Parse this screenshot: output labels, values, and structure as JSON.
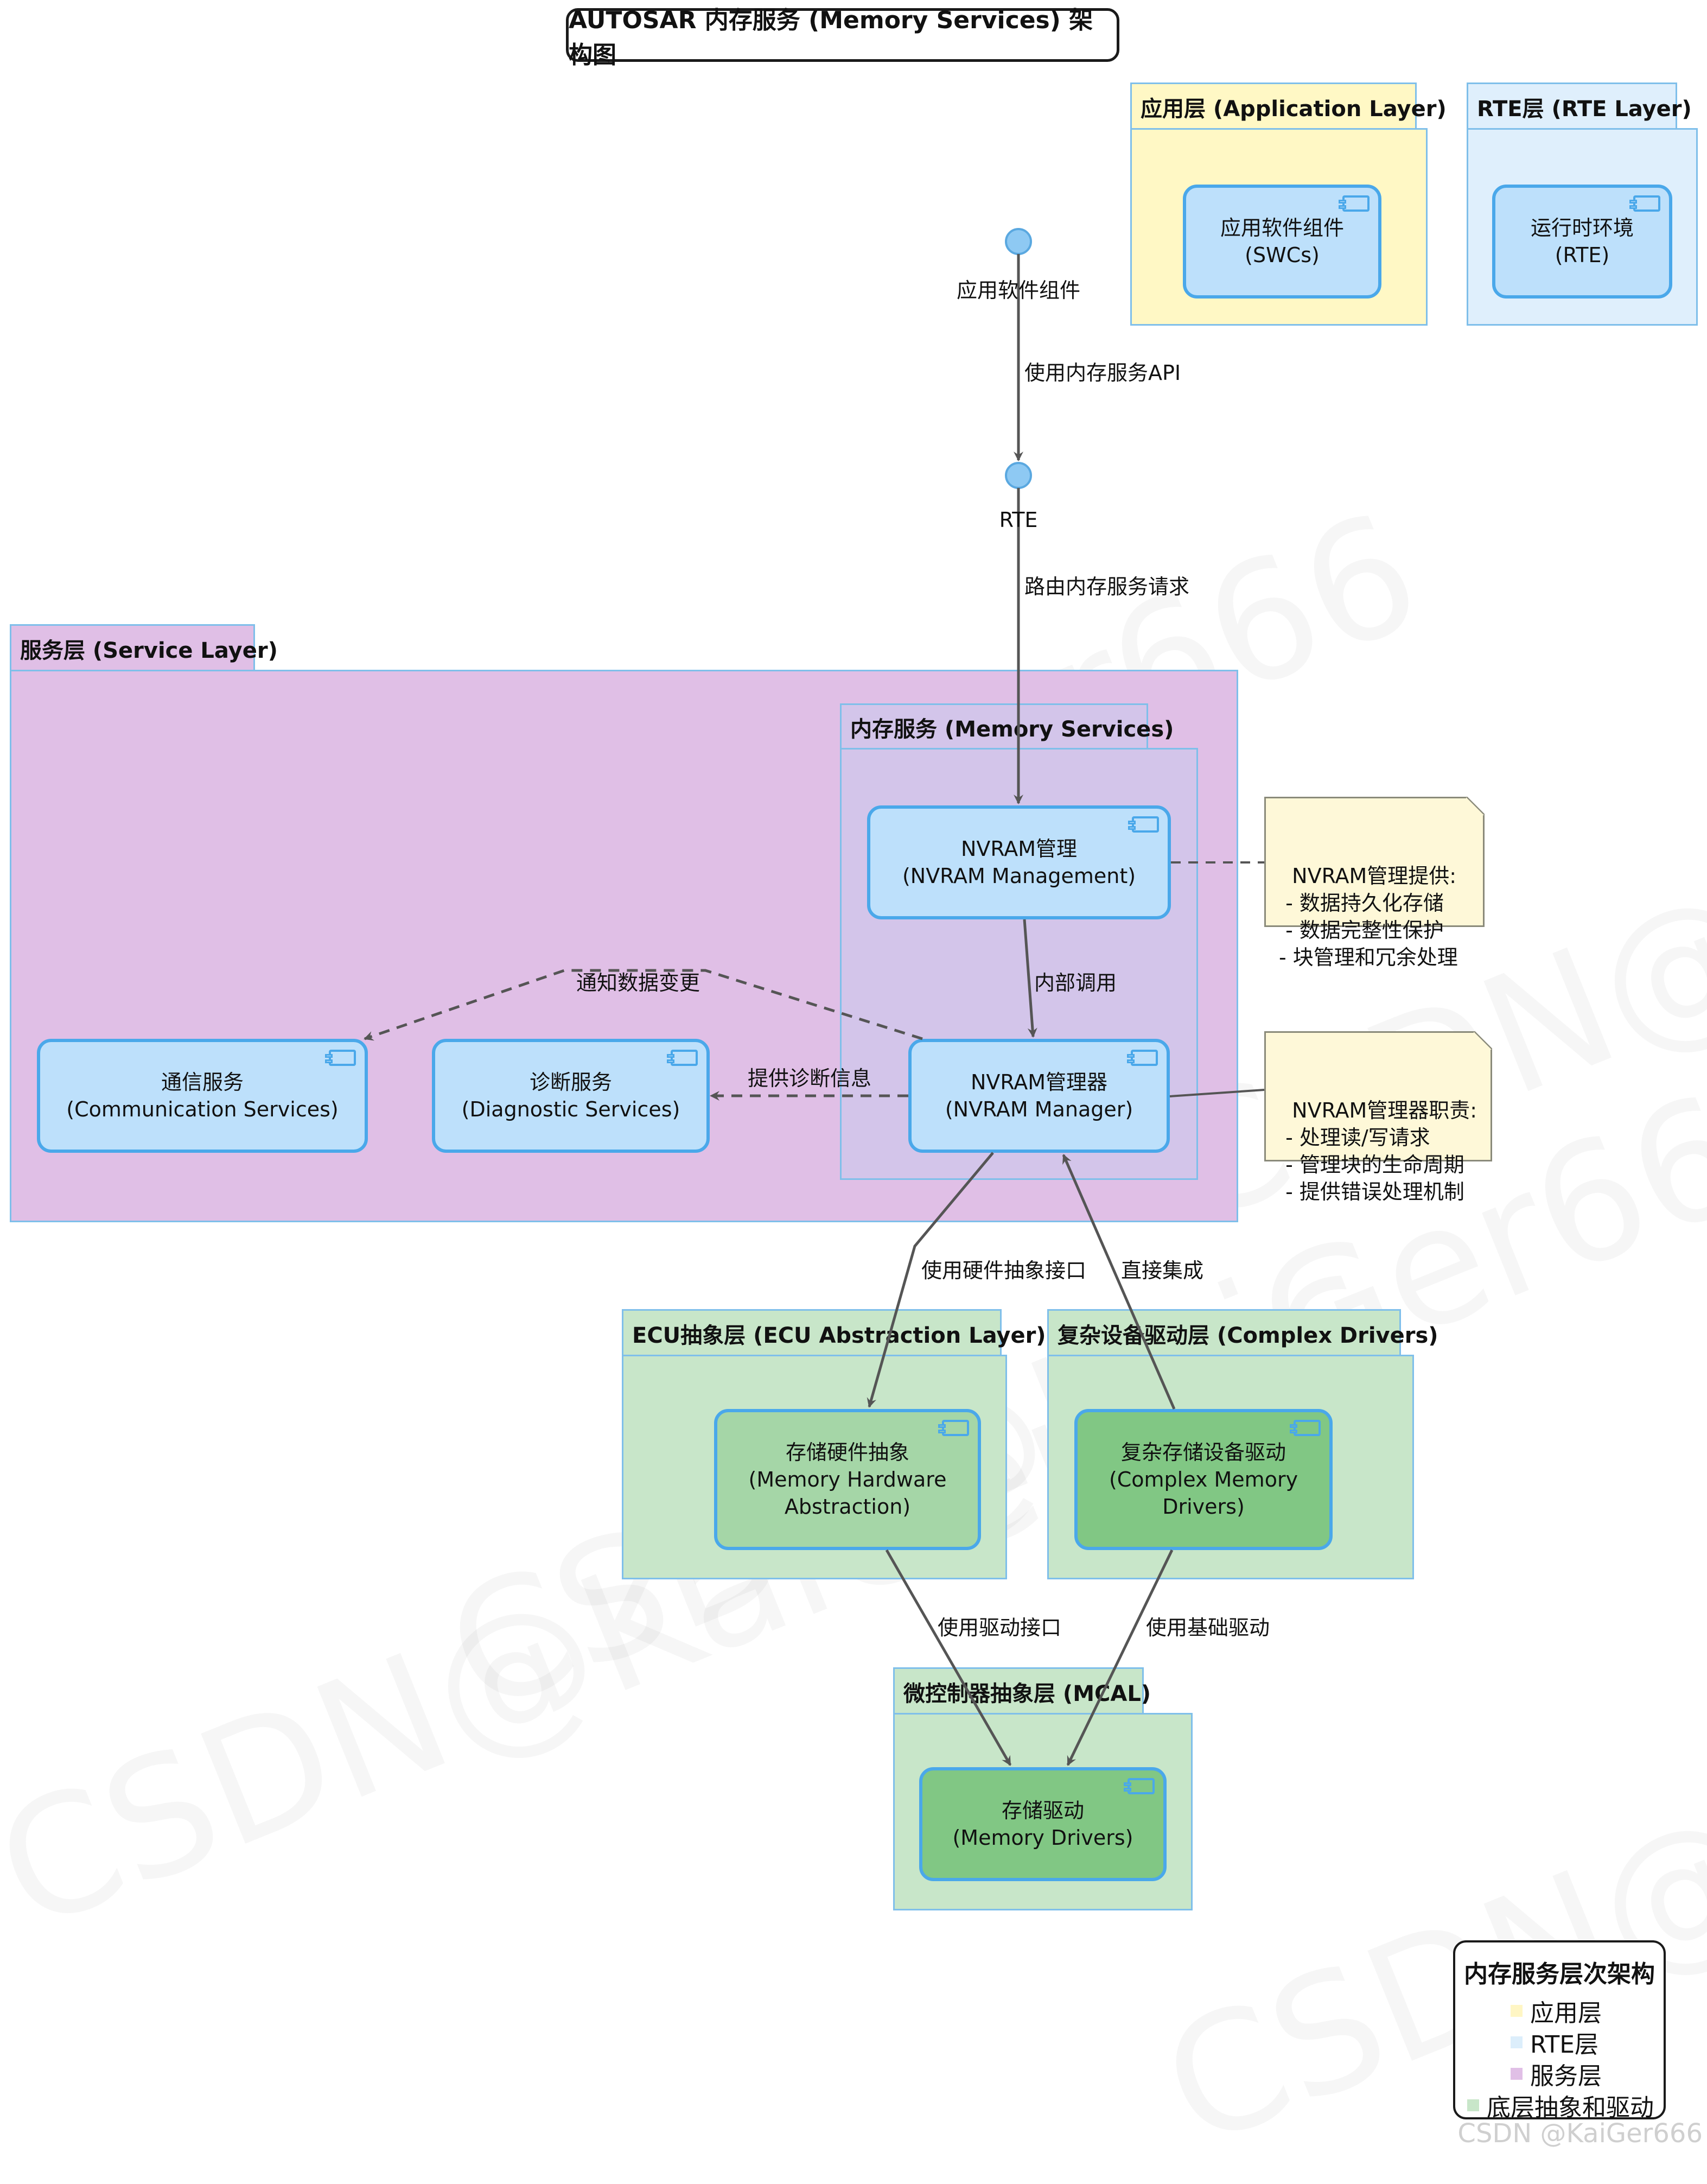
{
  "title": "AUTOSAR 内存服务 (Memory Services) 架构图",
  "packages": {
    "app": "应用层 (Application Layer)",
    "rte": "RTE层 (RTE Layer)",
    "service": "服务层 (Service Layer)",
    "memory": "内存服务 (Memory Services)",
    "ecu": "ECU抽象层 (ECU Abstraction Layer)",
    "cdd": "复杂设备驱动层 (Complex Drivers)",
    "mcal": "微控制器抽象层 (MCAL)"
  },
  "components": {
    "swc": {
      "line1": "应用软件组件",
      "line2": "(SWCs)"
    },
    "rte": {
      "line1": "运行时环境",
      "line2": "(RTE)"
    },
    "nvram_mgmt": {
      "line1": "NVRAM管理",
      "line2": "(NVRAM Management)"
    },
    "nvram_mgr": {
      "line1": "NVRAM管理器",
      "line2": "(NVRAM Manager)"
    },
    "comm": {
      "line1": "通信服务",
      "line2": "(Communication Services)"
    },
    "diag": {
      "line1": "诊断服务",
      "line2": "(Diagnostic Services)"
    },
    "memhw": {
      "line1": "存储硬件抽象",
      "line2": "(Memory Hardware",
      "line3": "Abstraction)"
    },
    "cmd": {
      "line1": "复杂存储设备驱动",
      "line2": "(Complex Memory",
      "line3": "Drivers)"
    },
    "memdrv": {
      "line1": "存储驱动",
      "line2": "(Memory Drivers)"
    }
  },
  "interfaces": {
    "swc": "应用软件组件",
    "rte": "RTE"
  },
  "edges": {
    "api": "使用内存服务API",
    "route": "路由内存服务请求",
    "internal": "内部调用",
    "notify": "通知数据变更",
    "diag": "提供诊断信息",
    "hwif": "使用硬件抽象接口",
    "direct": "直接集成",
    "drvif": "使用驱动接口",
    "basedrv": "使用基础驱动"
  },
  "notes": {
    "mgmt": "NVRAM管理提供:\n - 数据持久化存储\n - 数据完整性保护\n- 块管理和冗余处理",
    "mgr": "NVRAM管理器职责:\n - 处理读/写请求\n - 管理块的生命周期\n - 提供错误处理机制"
  },
  "legend": {
    "title": "内存服务层次架构",
    "items": [
      {
        "label": "应用层",
        "color": "#fff6c4"
      },
      {
        "label": "RTE层",
        "color": "#dceefb"
      },
      {
        "label": "服务层",
        "color": "#e0bfe6"
      },
      {
        "label": "底层抽象和驱动",
        "color": "#c8e6c9"
      }
    ]
  },
  "watermarks": [
    "CSDN @KaiGer666",
    "CSDN@KaiGer666"
  ],
  "colors": {
    "app_bg": "#fff8c5",
    "rte_bg": "#dfeffc",
    "service_bg": "#e0bfe6",
    "memory_bg": "#d3c5ea",
    "lower_bg": "#c8e6c9",
    "comp_blue": "#bde0fb",
    "comp_green_light": "#a5d6a7",
    "comp_green": "#81c784",
    "border": "#4aa8ea",
    "note_bg": "#fef8d8"
  }
}
